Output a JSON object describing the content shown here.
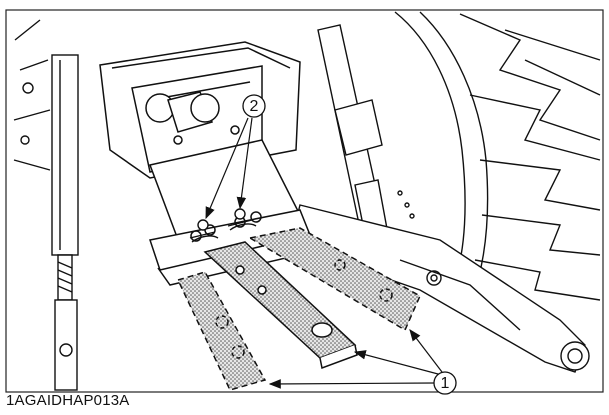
{
  "figure": {
    "code": "1AGAIDHAP013A",
    "callouts": [
      {
        "id": "1",
        "label": "1"
      },
      {
        "id": "2",
        "label": "2"
      }
    ],
    "colors": {
      "line": "#111111",
      "stipple": "#9a9a9a",
      "background": "#ffffff",
      "frame": "#222222"
    }
  }
}
